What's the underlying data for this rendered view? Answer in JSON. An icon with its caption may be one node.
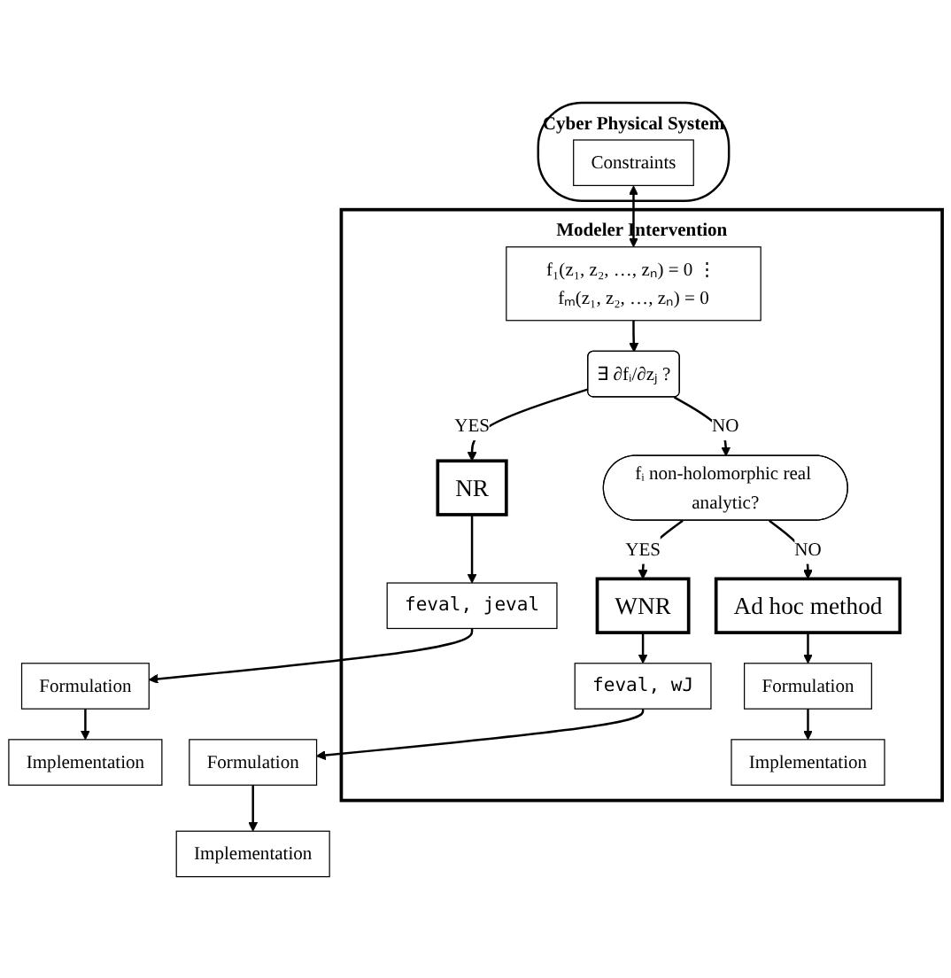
{
  "diagram": {
    "nodes": [
      {
        "text": [
          "Cyber Physical System"
        ]
      },
      {
        "text": [
          "Constraints"
        ],
        "in": 0
      },
      {
        "text": [
          "Modeler Intervention"
        ]
      },
      {
        "text": [
          "∃ ∂fᵢ/∂zⱼ ?"
        ],
        "in": 2
      },
      {
        "text": [
          "f₁(z₁, z₂, …, zₙ) = 0 ⋮ fₘ(z₁, z₂, …, zₙ) = 0"
        ],
        "in": 2
      },
      {
        "text": [
          "Ad hoc method"
        ],
        "in": 2
      },
      {
        "text": [
          "fᵢ non-holomorphic real analytic?"
        ],
        "in": 2
      },
      {
        "text": [
          "NR"
        ],
        "in": 2
      },
      {
        "text": [
          "WNR"
        ],
        "in": 2
      },
      {
        "text": [
          "Formulation"
        ],
        "in": 2
      },
      {
        "text": [
          "feval, jeval"
        ],
        "in": 2
      },
      {
        "text": [
          "feval, wJ"
        ],
        "in": 2
      },
      {
        "text": [
          "Implementation"
        ],
        "in": 2
      },
      {
        "text": [
          "Formulation"
        ]
      },
      {
        "text": [
          "Formulation"
        ]
      },
      {
        "text": [
          "Implementation"
        ]
      },
      {
        "text": [
          "Implementation"
        ]
      }
    ],
    "edges": [
      {
        "from": 1,
        "to": 4,
        "arrow": "both"
      },
      {
        "from": 4,
        "to": 3,
        "arrow": "to"
      },
      {
        "from": 3,
        "to": 7,
        "arrow": "to",
        "label": "YES"
      },
      {
        "from": 3,
        "to": 6,
        "arrow": "to",
        "label": "NO"
      },
      {
        "from": 6,
        "to": 8,
        "arrow": "to",
        "label": "YES"
      },
      {
        "from": 6,
        "to": 5,
        "arrow": "to",
        "label": "NO"
      },
      {
        "from": 5,
        "to": 9,
        "arrow": "to"
      },
      {
        "from": 9,
        "to": 12,
        "arrow": "to"
      },
      {
        "from": 7,
        "to": 10,
        "arrow": "to"
      },
      {
        "from": 10,
        "to": 13,
        "arrow": "to"
      },
      {
        "from": 13,
        "to": 15,
        "arrow": "to"
      },
      {
        "from": 8,
        "to": 11,
        "arrow": "to"
      },
      {
        "from": 11,
        "to": 14,
        "arrow": "to"
      },
      {
        "from": 14,
        "to": 16,
        "arrow": "to"
      }
    ]
  }
}
